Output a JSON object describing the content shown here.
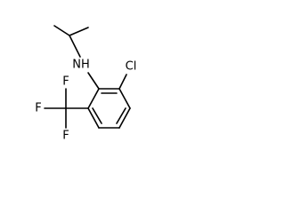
{
  "molecule": {
    "atoms": {
      "nh": "NH",
      "cl": "Cl",
      "f1": "F",
      "f2": "F",
      "f3": "F"
    }
  }
}
